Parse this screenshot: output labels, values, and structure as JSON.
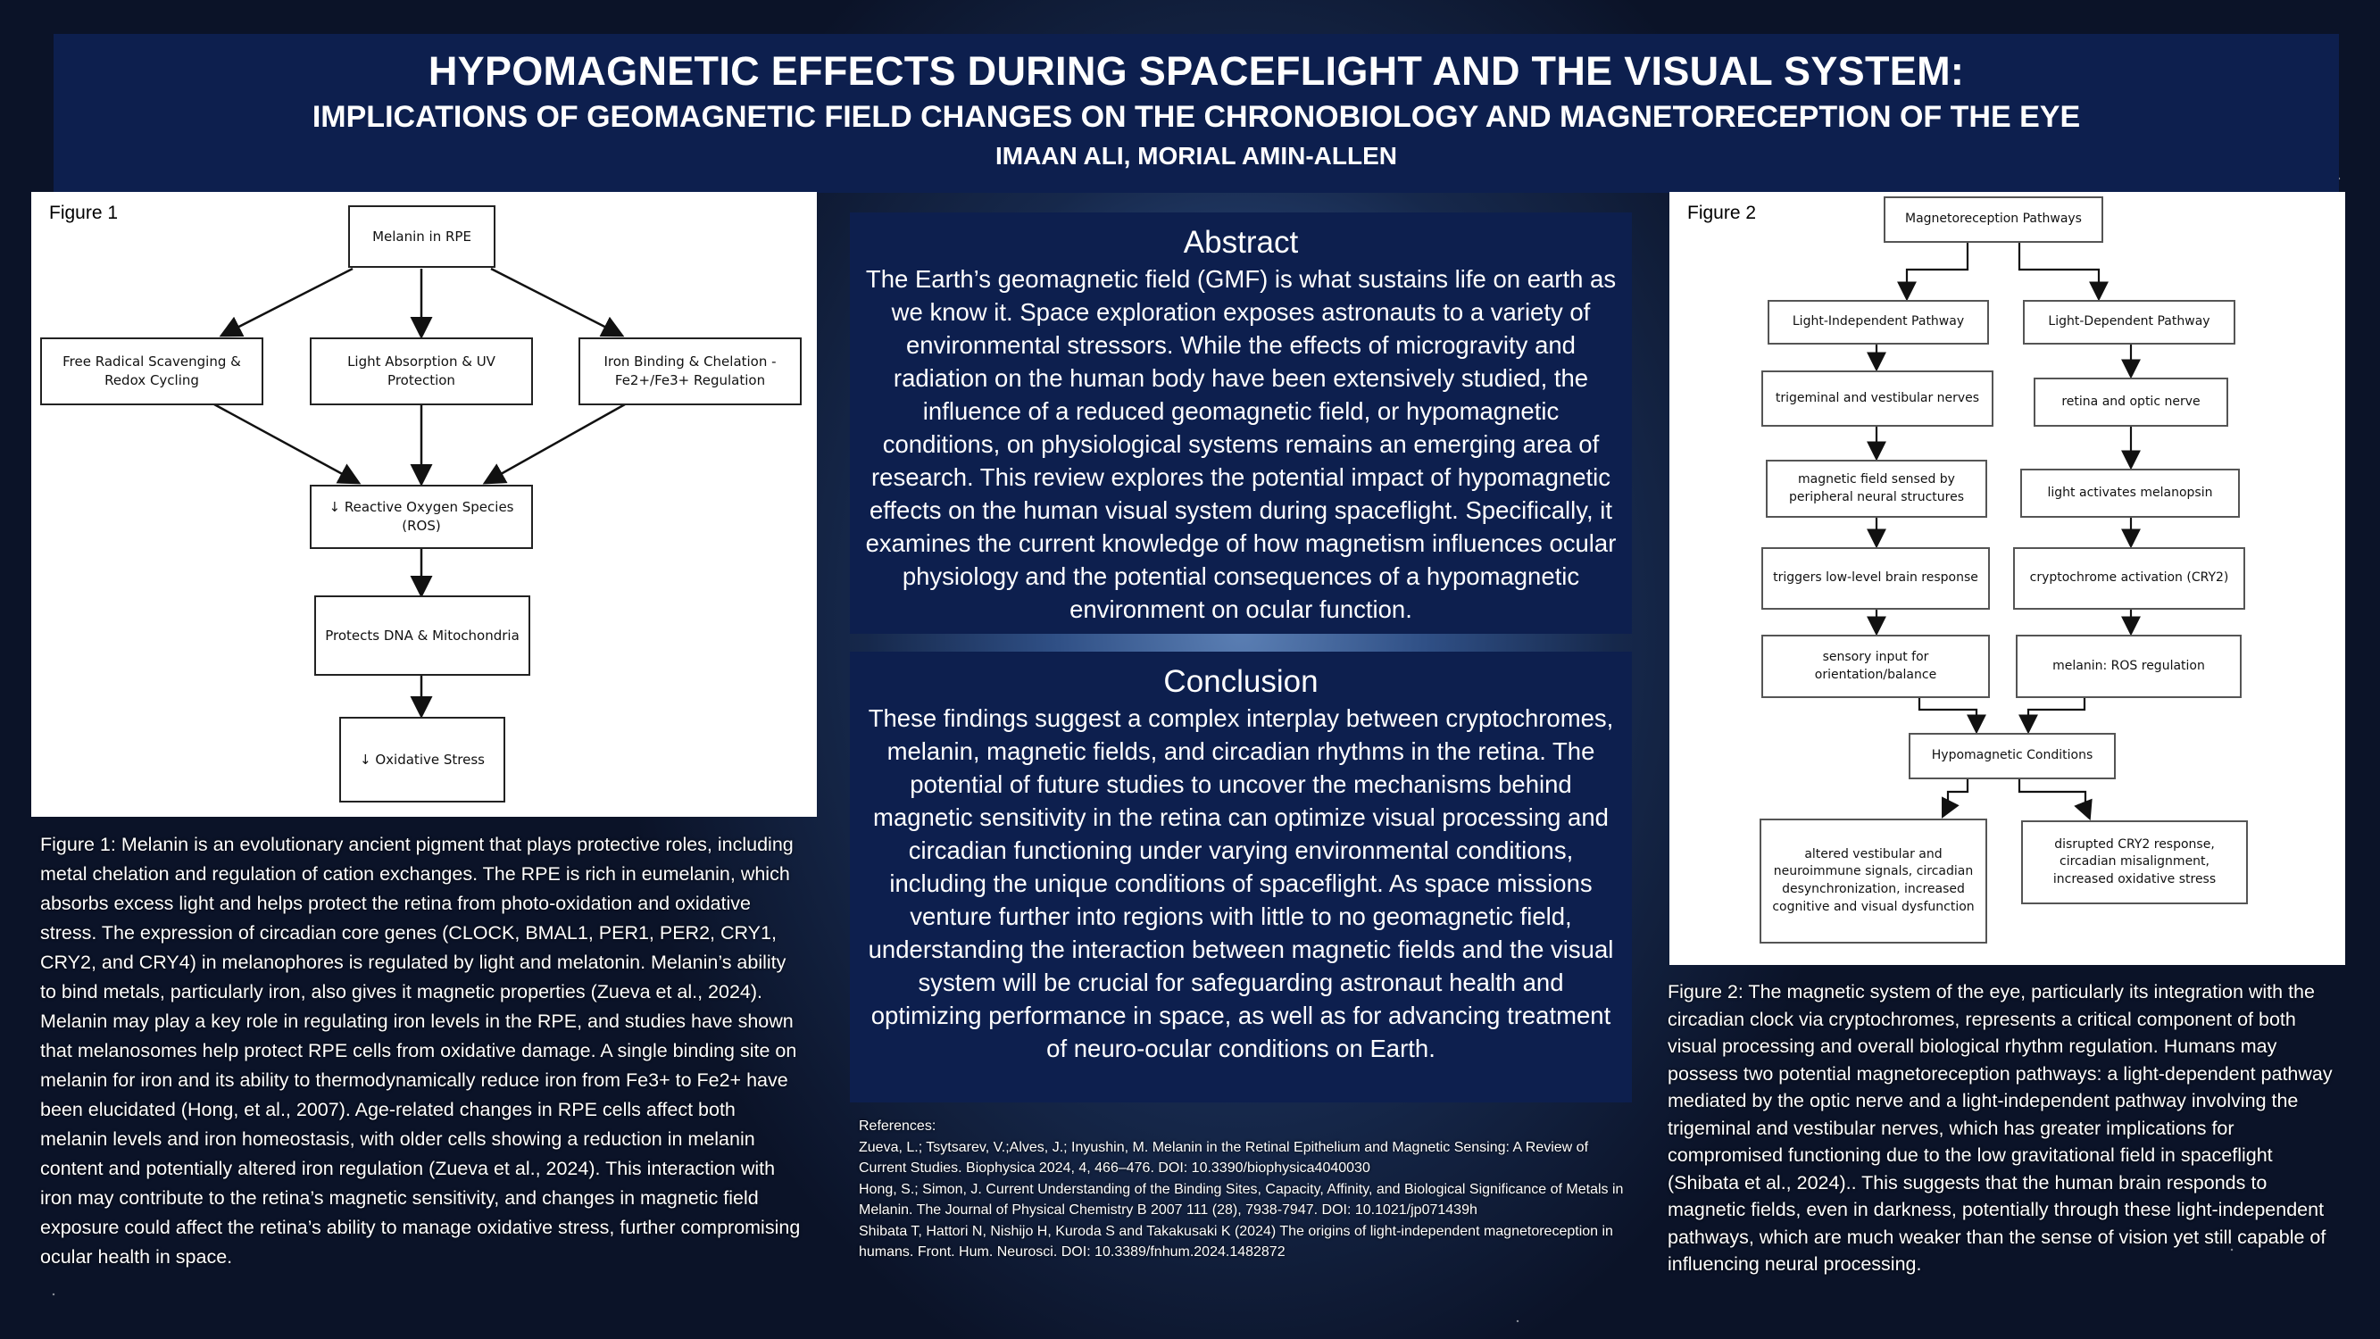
{
  "header": {
    "title": "HYPOMAGNETIC EFFECTS DURING SPACEFLIGHT AND THE VISUAL SYSTEM:",
    "subtitle": "IMPLICATIONS OF GEOMAGNETIC FIELD CHANGES ON THE CHRONOBIOLOGY AND MAGNETORECEPTION OF THE EYE",
    "authors": "IMAAN ALI, MORIAL AMIN-ALLEN"
  },
  "figure1": {
    "label": "Figure 1",
    "nodes": {
      "melanin": "Melanin in RPE",
      "scavenging": "Free Radical Scavenging & Redox Cycling",
      "light": "Light Absorption & UV Protection",
      "iron": "Iron Binding & Chelation - Fe2+/Fe3+ Regulation",
      "ros": "↓ Reactive Oxygen Species (ROS)",
      "dna": "Protects DNA & Mitochondria",
      "stress": "↓ Oxidative Stress"
    },
    "caption": "Figure 1: Melanin is an evolutionary ancient pigment that plays protective roles, including metal chelation and regulation of cation exchanges. The RPE is rich in eumelanin, which absorbs excess light and helps protect the retina from photo-oxidation and oxidative stress. The expression of circadian core genes (CLOCK, BMAL1, PER1, PER2, CRY1, CRY2, and CRY4) in melanophores is regulated by light and melatonin. Melanin’s ability to bind metals, particularly iron, also gives it magnetic properties (Zueva et al., 2024). Melanin may play a key role in regulating iron levels in the RPE, and studies have shown that melanosomes help protect RPE cells from oxidative damage. A single binding site on melanin for iron and its ability to thermodynamically reduce iron from Fe3+ to Fe2+ have been elucidated (Hong, et al., 2007). Age-related changes in RPE cells affect both melanin levels and iron homeostasis, with older cells showing a reduction in melanin content and potentially altered iron regulation (Zueva et al., 2024). This interaction with iron may contribute to the retina’s magnetic sensitivity, and changes in magnetic field exposure could affect the retina’s ability to manage oxidative stress, further compromising ocular health in space."
  },
  "abstract": {
    "heading": "Abstract",
    "body": "The Earth’s geomagnetic field (GMF) is what sustains life on earth as we know it. Space exploration exposes astronauts to a variety of environmental stressors. While the effects of microgravity and radiation on the human body have been extensively studied, the influence of a reduced geomagnetic field, or hypomagnetic conditions, on physiological systems remains an emerging area of research. This review explores the potential impact of hypomagnetic effects on the human visual system during spaceflight. Specifically, it examines the current knowledge of how magnetism influences ocular physiology and the potential consequences of a hypomagnetic environment on ocular function."
  },
  "conclusion": {
    "heading": "Conclusion",
    "body": "These findings suggest a complex interplay between cryptochromes, melanin, magnetic fields, and circadian rhythms in the retina. The potential of future studies to uncover the mechanisms behind magnetic sensitivity in the retina can optimize visual processing and circadian functioning under varying environmental conditions, including the unique conditions of spaceflight. As space missions venture further into regions with little to no geomagnetic field, understanding the interaction between magnetic fields and the visual system will be crucial for safeguarding astronaut health and optimizing performance in space, as well as for advancing treatment of neuro-ocular conditions on Earth."
  },
  "references": {
    "title": "References:",
    "items": [
      "Zueva, L.; Tsytsarev, V.;Alves, J.; Inyushin, M. Melanin in the Retinal Epithelium and Magnetic Sensing: A Review of Current Studies. Biophysica 2024, 4, 466–476. DOI: 10.3390/biophysica4040030",
      "Hong, S.; Simon, J. Current Understanding of the Binding Sites, Capacity, Affinity, and Biological Significance of Metals in Melanin. The Journal of Physical Chemistry B 2007 111 (28), 7938-7947. DOI: 10.1021/jp071439h",
      "Shibata T, Hattori N, Nishijo H, Kuroda S and Takakusaki K (2024) The origins of light-independent magnetoreception in humans. Front. Hum. Neurosci. DOI: 10.3389/fnhum.2024.1482872"
    ]
  },
  "figure2": {
    "label": "Figure 2",
    "nodes": {
      "top": "Magnetoreception Pathways",
      "li": "Light-Independent Pathway",
      "ld": "Light-Dependent Pathway",
      "li1": "trigeminal and vestibular nerves",
      "li2": "magnetic field sensed by peripheral neural structures",
      "li3": "triggers low-level brain response",
      "li4": "sensory input for orientation/balance",
      "ld1": "retina and optic nerve",
      "ld2": "light activates melanopsin",
      "ld3": "cryptochrome activation (CRY2)",
      "ld4": "melanin: ROS regulation",
      "hypo": "Hypomagnetic Conditions",
      "out1": "altered vestibular and neuroimmune signals, circadian desynchronization, increased cognitive and visual dysfunction",
      "out2": "disrupted CRY2 response, circadian misalignment, increased oxidative stress"
    },
    "caption": "Figure 2: The magnetic system of the eye, particularly its integration with the circadian clock via cryptochromes, represents a critical component of both visual processing and overall biological rhythm regulation. Humans may possess two potential magnetoreception pathways: a light-dependent pathway mediated by the optic nerve and a light-independent pathway involving the trigeminal and vestibular nerves, which has greater implications for compromised functioning due to the low gravitational field in spaceflight (Shibata et al., 2024).. This suggests that the human brain responds to magnetic fields, even in darkness, potentially through these light-independent pathways, which are much weaker than the sense of vision yet still capable of influencing neural processing."
  }
}
